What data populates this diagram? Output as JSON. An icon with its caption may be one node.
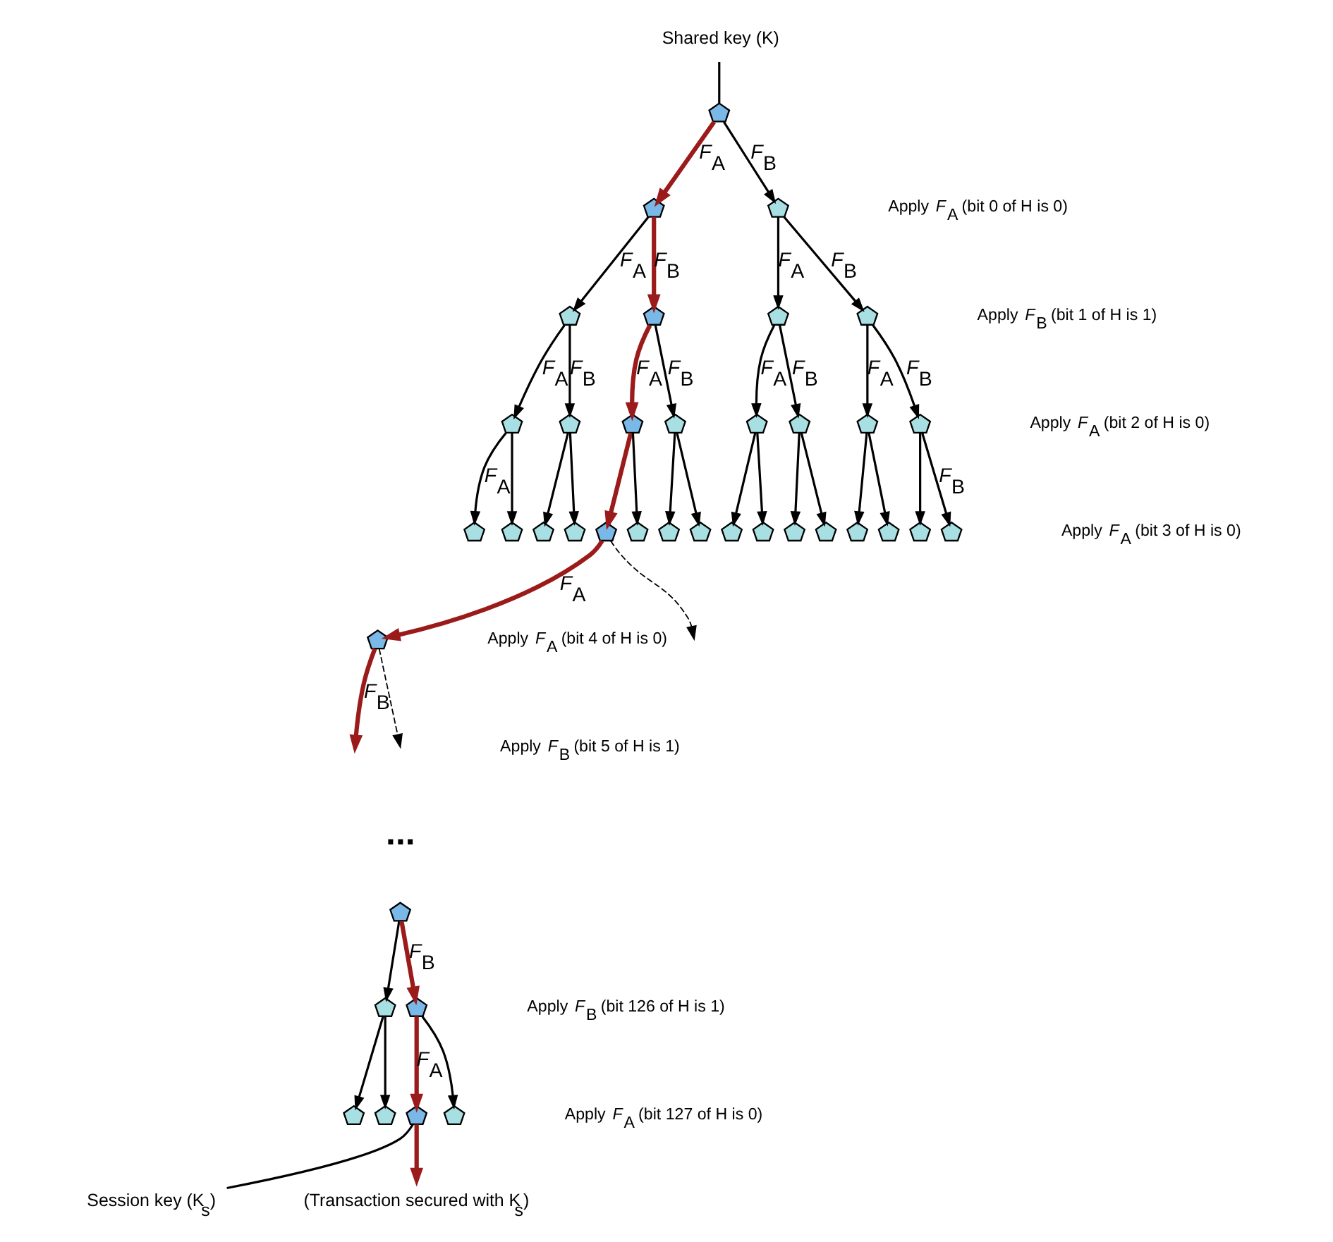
{
  "diagram": {
    "nodes": [
      {
        "text": [],
        "shape": "pentagon"
      },
      {
        "text": [],
        "shape": "pentagon"
      },
      {
        "text": [],
        "shape": "pentagon"
      },
      {
        "text": [],
        "shape": "pentagon"
      },
      {
        "text": [],
        "shape": "pentagon"
      },
      {
        "text": [],
        "shape": "pentagon"
      },
      {
        "text": [],
        "shape": "pentagon"
      },
      {
        "text": [],
        "shape": "pentagon"
      },
      {
        "text": [],
        "shape": "pentagon"
      },
      {
        "text": [],
        "shape": "pentagon"
      },
      {
        "text": [],
        "shape": "pentagon"
      },
      {
        "text": [],
        "shape": "pentagon"
      },
      {
        "text": [],
        "shape": "pentagon"
      },
      {
        "text": [],
        "shape": "pentagon"
      },
      {
        "text": [],
        "shape": "pentagon"
      },
      {
        "text": [],
        "shape": "pentagon"
      },
      {
        "text": [],
        "shape": "pentagon"
      },
      {
        "text": [],
        "shape": "pentagon"
      },
      {
        "text": [],
        "shape": "pentagon"
      },
      {
        "text": [],
        "shape": "pentagon"
      },
      {
        "text": [],
        "shape": "pentagon"
      },
      {
        "text": [],
        "shape": "pentagon"
      },
      {
        "text": [],
        "shape": "pentagon"
      },
      {
        "text": [],
        "shape": "pentagon"
      },
      {
        "text": [],
        "shape": "pentagon"
      },
      {
        "text": [],
        "shape": "pentagon"
      },
      {
        "text": [],
        "shape": "pentagon"
      },
      {
        "text": [],
        "shape": "pentagon"
      },
      {
        "text": [],
        "shape": "pentagon"
      },
      {
        "text": [],
        "shape": "pentagon"
      },
      {
        "text": [],
        "shape": "pentagon"
      },
      {
        "text": [],
        "shape": "pentagon"
      },
      {
        "text": [],
        "shape": "pentagon"
      },
      {
        "text": [],
        "shape": "pentagon"
      },
      {
        "text": [],
        "shape": "pentagon"
      },
      {
        "text": [],
        "shape": "pentagon"
      },
      {
        "text": [],
        "shape": "pentagon"
      },
      {
        "text": [],
        "shape": "pentagon"
      },
      {
        "text": [],
        "shape": "pentagon"
      },
      {
        "text": [
          "Shared key (K)"
        ]
      },
      {
        "text": [
          "Session key (K$_{s}$)"
        ]
      },
      {
        "text": [
          "(Transaction secured with K$_{s}$)"
        ]
      }
    ],
    "edges": [
      {
        "from": 0,
        "to": 1,
        "arrow": "to",
        "label": "*F*$_{A}$",
        "style": "thick",
        "color": "#9b1b1b"
      },
      {
        "from": 0,
        "to": 2,
        "arrow": "to",
        "label": "*F*$_{B}$"
      },
      {
        "from": 1,
        "to": 3,
        "arrow": "to",
        "label": "*F*$_{A}$"
      },
      {
        "from": 1,
        "to": 4,
        "arrow": "to",
        "label": "*F*$_{B}$",
        "style": "thick",
        "color": "#9b1b1b"
      },
      {
        "from": 2,
        "to": 5,
        "arrow": "to",
        "label": "*F*$_{A}$"
      },
      {
        "from": 2,
        "to": 6,
        "arrow": "to",
        "label": "*F*$_{B}$"
      },
      {
        "from": 3,
        "to": 7,
        "arrow": "to",
        "label": "*F*$_{A}$"
      },
      {
        "from": 3,
        "to": 8,
        "arrow": "to",
        "label": "*F*$_{B}$"
      },
      {
        "from": 4,
        "to": 9,
        "arrow": "to",
        "label": "*F*$_{A}$",
        "style": "thick",
        "color": "#9b1b1b"
      },
      {
        "from": 4,
        "to": 10,
        "arrow": "to",
        "label": "*F*$_{B}$"
      },
      {
        "from": 5,
        "to": 11,
        "arrow": "to",
        "label": "*F*$_{A}$"
      },
      {
        "from": 5,
        "to": 12,
        "arrow": "to",
        "label": "*F*$_{B}$"
      },
      {
        "from": 6,
        "to": 13,
        "arrow": "to",
        "label": "*F*$_{A}$"
      },
      {
        "from": 6,
        "to": 14,
        "arrow": "to",
        "label": "*F*$_{B}$"
      },
      {
        "from": 7,
        "to": 15,
        "arrow": "to",
        "label": "*F*$_{A}$"
      },
      {
        "from": 7,
        "to": 16,
        "arrow": "to"
      },
      {
        "from": 8,
        "to": 17,
        "arrow": "to"
      },
      {
        "from": 8,
        "to": 18,
        "arrow": "to"
      },
      {
        "from": 9,
        "to": 19,
        "arrow": "to",
        "style": "thick",
        "color": "#9b1b1b"
      },
      {
        "from": 9,
        "to": 20,
        "arrow": "to"
      },
      {
        "from": 10,
        "to": 21,
        "arrow": "to"
      },
      {
        "from": 10,
        "to": 22,
        "arrow": "to"
      },
      {
        "from": 11,
        "to": 23,
        "arrow": "to"
      },
      {
        "from": 11,
        "to": 24,
        "arrow": "to"
      },
      {
        "from": 12,
        "to": 25,
        "arrow": "to"
      },
      {
        "from": 12,
        "to": 26,
        "arrow": "to"
      },
      {
        "from": 13,
        "to": 27,
        "arrow": "to"
      },
      {
        "from": 13,
        "to": 28,
        "arrow": "to"
      },
      {
        "from": 14,
        "to": 29,
        "arrow": "to"
      },
      {
        "from": 14,
        "to": 30,
        "arrow": "to",
        "label": "*F*$_{B}$"
      },
      {
        "from": 19,
        "to": 31,
        "arrow": "to",
        "label": "*F*$_{A}$",
        "style": "thick",
        "color": "#9b1b1b"
      },
      {
        "from": 19,
        "to": null,
        "arrow": "to",
        "style": "dashed"
      },
      {
        "from": 31,
        "to": null,
        "arrow": "to",
        "label": "*F*$_{B}$",
        "style": "thick",
        "color": "#9b1b1b"
      },
      {
        "from": 31,
        "to": null,
        "arrow": "to",
        "style": "dashed"
      },
      {
        "from": 32,
        "to": 33,
        "arrow": "to"
      },
      {
        "from": 32,
        "to": 34,
        "arrow": "to",
        "label": "*F*$_{B}$",
        "style": "thick",
        "color": "#9b1b1b"
      },
      {
        "from": 33,
        "to": 35,
        "arrow": "to"
      },
      {
        "from": 33,
        "to": 36,
        "arrow": "to"
      },
      {
        "from": 34,
        "to": 37,
        "arrow": "to",
        "label": "*F*$_{A}$",
        "style": "thick",
        "color": "#9b1b1b"
      },
      {
        "from": 34,
        "to": 38,
        "arrow": "to"
      },
      {
        "from": 39,
        "to": 0,
        "arrow": "none"
      },
      {
        "from": 40,
        "to": 37,
        "arrow": "none"
      },
      {
        "from": 37,
        "to": 41,
        "arrow": "to",
        "style": "thick",
        "color": "#9b1b1b"
      }
    ],
    "labels": [
      "Apply *F*$_{A}$ (bit 0 of H is 0)",
      "Apply *F*$_{B}$ (bit 1 of H is 1)",
      "Apply *F*$_{A}$ (bit 2 of H is 0)",
      "Apply *F*$_{A}$ (bit 3 of H is 0)",
      "Apply *F*$_{A}$ (bit 4 of H is 0)",
      "Apply *F*$_{B}$ (bit 5 of H is 1)",
      "...",
      "Apply *F*$_{B}$ (bit 126 of H is 1)",
      "Apply *F*$_{A}$ (bit 127 of H is 0)"
    ]
  }
}
